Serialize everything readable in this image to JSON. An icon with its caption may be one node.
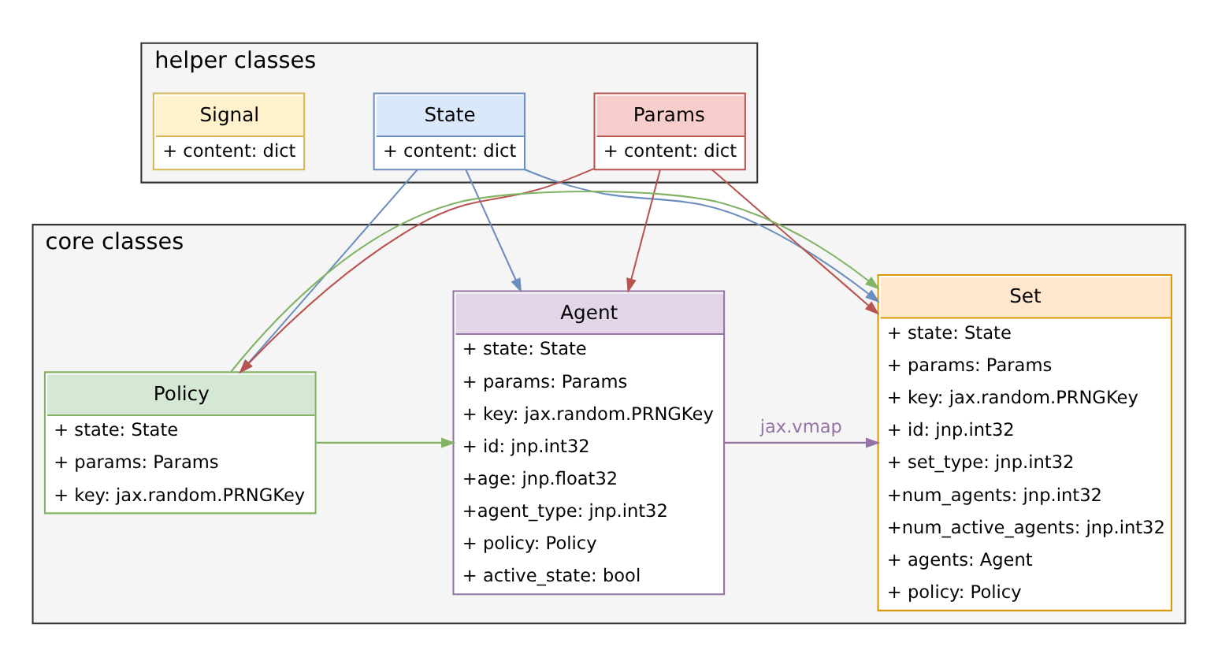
{
  "diagram": {
    "nodes": [
      {
        "text": [
          "helper classes"
        ]
      },
      {
        "text": [
          "State",
          "+ content: dict"
        ],
        "in": 0
      },
      {
        "text": [
          "Params",
          "+ content: dict"
        ],
        "in": 0
      },
      {
        "text": [
          "Signal",
          "+ content: dict"
        ],
        "in": 0
      },
      {
        "text": [
          "core classes"
        ]
      },
      {
        "text": [
          "Policy",
          "+ state: State",
          "+ params: Params",
          "+ key: jax.random.PRNGKey"
        ],
        "in": 4
      },
      {
        "text": [
          "Agent",
          "+ state: State",
          "+ params: Params",
          "+ key: jax.random.PRNGKey",
          "+ id: jnp.int32",
          "+age: jnp.float32",
          "+agent_type: jnp.int32",
          "+ policy: Policy",
          "+ active_state: bool"
        ],
        "in": 4
      },
      {
        "text": [
          "Set",
          "+ state: State",
          "+ params: Params",
          "+ key: jax.random.PRNGKey",
          "+ id: jnp.int32",
          "+ set_type: jnp.int32",
          "+num_agents: jnp.int32",
          "+num_active_agents: jnp.int32",
          "+ agents: Agent",
          "+ policy: Policy"
        ],
        "in": 4
      }
    ],
    "edges": [
      {
        "from": 1,
        "to": 5,
        "arrow": "to",
        "color": "#6c8ebf"
      },
      {
        "from": 1,
        "to": 6,
        "arrow": "to",
        "color": "#6c8ebf"
      },
      {
        "from": 1,
        "to": 7,
        "arrow": "to",
        "color": "#6c8ebf"
      },
      {
        "from": 2,
        "to": 5,
        "arrow": "to",
        "color": "#b85450"
      },
      {
        "from": 2,
        "to": 6,
        "arrow": "to",
        "color": "#b85450"
      },
      {
        "from": 2,
        "to": 7,
        "arrow": "to",
        "color": "#b85450"
      },
      {
        "from": 5,
        "to": 6,
        "arrow": "to",
        "color": "#82b366"
      },
      {
        "from": 5,
        "to": 7,
        "arrow": "to",
        "color": "#82b366"
      },
      {
        "from": 6,
        "to": 7,
        "arrow": "to",
        "label": "jax.vmap",
        "color": "#9673a6"
      }
    ]
  }
}
